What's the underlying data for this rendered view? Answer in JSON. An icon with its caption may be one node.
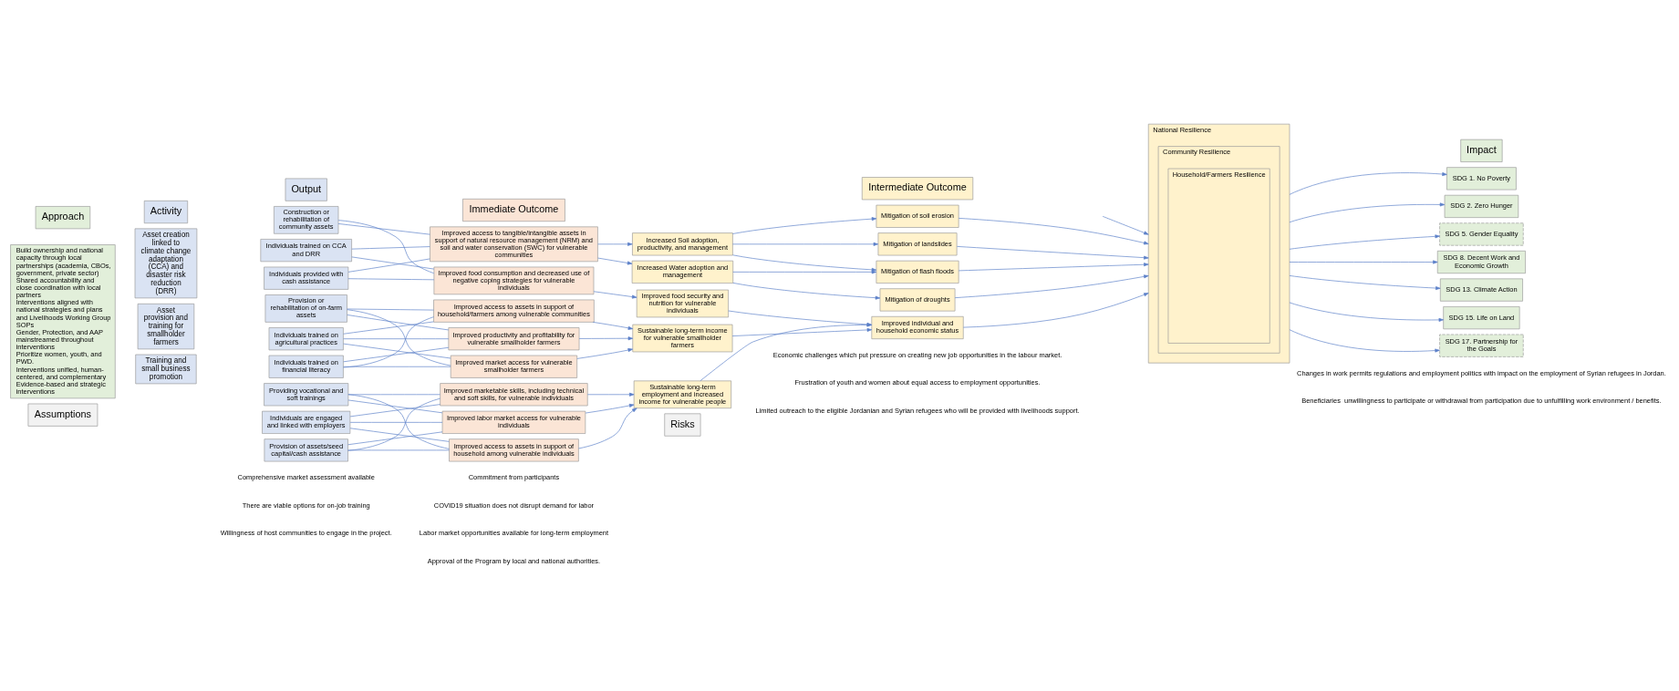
{
  "diagram": {
    "nodes": [
      {
        "text": [
          "Approach"
        ]
      },
      {
        "text": [
          "Activity"
        ]
      },
      {
        "text": [
          "Output"
        ]
      },
      {
        "text": [
          "Immediate Outcome"
        ]
      },
      {
        "text": [
          "Intermediate Outcome"
        ]
      },
      {
        "text": [
          "Impact"
        ]
      },
      {
        "text": [
          "Build ownership and national capacity through local partnerships (academia, CBOs, government, private sector)",
          "Shared accountability and close coordination with local partners",
          "Interventions aligned with national strategies and plans and Livelihoods Working Group SOPs",
          "Gender, Protection, and AAP mainstreamed throughout interventions",
          "Prioritize women, youth, and PWD.",
          "Interventions unified, human-centered, and complementary",
          "Evidence-based and strategic interventions"
        ]
      },
      {
        "text": [
          "Asset creation linked to climate change adaptation (CCA) and disaster risk reduction (DRR)"
        ]
      },
      {
        "text": [
          "Asset provision and training for smallholder farmers"
        ]
      },
      {
        "text": [
          "Training and small business promotion"
        ]
      },
      {
        "text": [
          "Construction or rehabilitation of community assets"
        ]
      },
      {
        "text": [
          "Individuals trained on CCA and DRR"
        ]
      },
      {
        "text": [
          "Individuals provided with cash assistance"
        ]
      },
      {
        "text": [
          "Provision or rehabilitation of on-farm assets"
        ]
      },
      {
        "text": [
          "Individuals trained on agricultural practices"
        ]
      },
      {
        "text": [
          "Individuals trained on financial literacy"
        ]
      },
      {
        "text": [
          "Providing vocational and soft trainings"
        ]
      },
      {
        "text": [
          "Individuals are engaged and linked with employers"
        ]
      },
      {
        "text": [
          "Provision of assets/seed capital/cash assistance"
        ]
      },
      {
        "text": [
          "Improved access to tangible/intangible assets in support of natural resource management (NRM) and soil and water conservation (SWC) for vulnerable communities"
        ]
      },
      {
        "text": [
          "Improved food consumption and decreased use of negative coping strategies for vulnerable individuals"
        ]
      },
      {
        "text": [
          "Improved access to assets in support of household/farmers among vulnerable communities"
        ]
      },
      {
        "text": [
          "Improved productivity and profitability for vulnerable smallholder farmers"
        ]
      },
      {
        "text": [
          "Improved market access for vulnerable smallholder farmers"
        ]
      },
      {
        "text": [
          "Improved marketable skills, including technical and soft skills, for vulnerable individuals"
        ]
      },
      {
        "text": [
          "Improved labor market access for vulnerable individuals"
        ]
      },
      {
        "text": [
          "Improved access to assets in support of household among vulnerable individuals"
        ]
      },
      {
        "text": [
          "Increased Soil adoption, productivity, and management"
        ]
      },
      {
        "text": [
          "Increased Water adoption and management"
        ]
      },
      {
        "text": [
          "Improved food security and nutrition for vulnerable individuals"
        ]
      },
      {
        "text": [
          "Sustainable long-term income for vulnerable smallholder farmers"
        ]
      },
      {
        "text": [
          "Sustainable long-term employment and increased income for vulnerable people"
        ]
      },
      {
        "text": [
          "Mitigation of soil erosion"
        ]
      },
      {
        "text": [
          "Mitigation of landslides"
        ]
      },
      {
        "text": [
          "Mitigation of flash floods"
        ]
      },
      {
        "text": [
          "Mitigation of droughts"
        ]
      },
      {
        "text": [
          "Improved individual and household economic status"
        ]
      },
      {
        "text": [
          "National Resilience"
        ]
      },
      {
        "text": [
          "Community Resilience"
        ],
        "in": 37
      },
      {
        "text": [
          "Household/Farmers Resilience"
        ],
        "in": 38
      },
      {
        "text": [
          "SDG 1. No Poverty"
        ]
      },
      {
        "text": [
          "SDG 2. Zero Hunger"
        ]
      },
      {
        "text": [
          "SDG 5. Gender Equality"
        ]
      },
      {
        "text": [
          "SDG 8. Decent Work and Economic Growth"
        ]
      },
      {
        "text": [
          "SDG 13. Climate Action"
        ]
      },
      {
        "text": [
          "SDG 15. Life on Land"
        ]
      },
      {
        "text": [
          "SDG 17. Partnership for the Goals"
        ]
      },
      {
        "text": [
          "Assumptions"
        ]
      },
      {
        "text": [
          "Risks"
        ]
      }
    ],
    "edges": [
      {
        "from": 10,
        "to": 19,
        "arrow": "none"
      },
      {
        "from": 11,
        "to": 19,
        "arrow": "none"
      },
      {
        "from": 12,
        "to": 19,
        "arrow": "none"
      },
      {
        "from": 10,
        "to": 20,
        "arrow": "none"
      },
      {
        "from": 11,
        "to": 20,
        "arrow": "none"
      },
      {
        "from": 12,
        "to": 20,
        "arrow": "none"
      },
      {
        "from": 13,
        "to": 21,
        "arrow": "none"
      },
      {
        "from": 14,
        "to": 21,
        "arrow": "none"
      },
      {
        "from": 15,
        "to": 21,
        "arrow": "none"
      },
      {
        "from": 13,
        "to": 22,
        "arrow": "none"
      },
      {
        "from": 14,
        "to": 22,
        "arrow": "none"
      },
      {
        "from": 15,
        "to": 22,
        "arrow": "none"
      },
      {
        "from": 13,
        "to": 23,
        "arrow": "none"
      },
      {
        "from": 14,
        "to": 23,
        "arrow": "none"
      },
      {
        "from": 15,
        "to": 23,
        "arrow": "none"
      },
      {
        "from": 16,
        "to": 24,
        "arrow": "none"
      },
      {
        "from": 17,
        "to": 24,
        "arrow": "none"
      },
      {
        "from": 18,
        "to": 24,
        "arrow": "none"
      },
      {
        "from": 16,
        "to": 25,
        "arrow": "none"
      },
      {
        "from": 17,
        "to": 25,
        "arrow": "none"
      },
      {
        "from": 18,
        "to": 25,
        "arrow": "none"
      },
      {
        "from": 16,
        "to": 26,
        "arrow": "none"
      },
      {
        "from": 17,
        "to": 26,
        "arrow": "none"
      },
      {
        "from": 18,
        "to": 26,
        "arrow": "none"
      },
      {
        "from": 19,
        "to": 27,
        "arrow": "to"
      },
      {
        "from": 19,
        "to": 28,
        "arrow": "to"
      },
      {
        "from": 20,
        "to": 29,
        "arrow": "to"
      },
      {
        "from": 21,
        "to": 30,
        "arrow": "to"
      },
      {
        "from": 22,
        "to": 30,
        "arrow": "to"
      },
      {
        "from": 23,
        "to": 30,
        "arrow": "to"
      },
      {
        "from": 24,
        "to": 31,
        "arrow": "to"
      },
      {
        "from": 25,
        "to": 31,
        "arrow": "to"
      },
      {
        "from": 26,
        "to": 31,
        "arrow": "to"
      },
      {
        "from": 27,
        "to": 32,
        "arrow": "to"
      },
      {
        "from": 27,
        "to": 33,
        "arrow": "to"
      },
      {
        "from": 27,
        "to": 34,
        "arrow": "to"
      },
      {
        "from": 28,
        "to": 34,
        "arrow": "to"
      },
      {
        "from": 28,
        "to": 35,
        "arrow": "to"
      },
      {
        "from": 29,
        "to": 36,
        "arrow": "to"
      },
      {
        "from": 30,
        "to": 36,
        "arrow": "to"
      },
      {
        "from": 31,
        "to": 36,
        "arrow": "to"
      },
      {
        "from": 32,
        "to": 37,
        "arrow": "to"
      },
      {
        "from": null,
        "to": 37,
        "arrow": "to"
      },
      {
        "from": 33,
        "to": 37,
        "arrow": "to"
      },
      {
        "from": 34,
        "to": 37,
        "arrow": "to"
      },
      {
        "from": 35,
        "to": 37,
        "arrow": "to"
      },
      {
        "from": 36,
        "to": 37,
        "arrow": "to"
      },
      {
        "from": 37,
        "to": 40,
        "arrow": "to"
      },
      {
        "from": 37,
        "to": 41,
        "arrow": "to"
      },
      {
        "from": 37,
        "to": 42,
        "arrow": "to"
      },
      {
        "from": 37,
        "to": 43,
        "arrow": "to"
      },
      {
        "from": 37,
        "to": 44,
        "arrow": "to"
      },
      {
        "from": 37,
        "to": 45,
        "arrow": "to"
      },
      {
        "from": 37,
        "to": 46,
        "arrow": "to"
      }
    ],
    "labels": [
      "Comprehensive market assessment available",
      "There are viable options for on-job training",
      "Willingness of host communities to engage in the project.",
      "Commitment from participants",
      "COVID19 situation does not disrupt demand for labor",
      "Labor market opportunities available for long-term employment",
      "Approval of the Program by local and national authorities.",
      "Economic challenges which put pressure on creating new job opportunities in the labour market.",
      "Frustration of youth and women about equal access to employment opportunities.",
      "Limited outreach to the eligible Jordanian and Syrian refugees who will be provided with livelihoods support.",
      "Changes in work permits regulations and employment politics with impact on the employment of Syrian refugees in Jordan.",
      "Beneficiaries  unwillingness to participate or withdrawal from participation due to unfulfilling work environment / benefits."
    ]
  }
}
